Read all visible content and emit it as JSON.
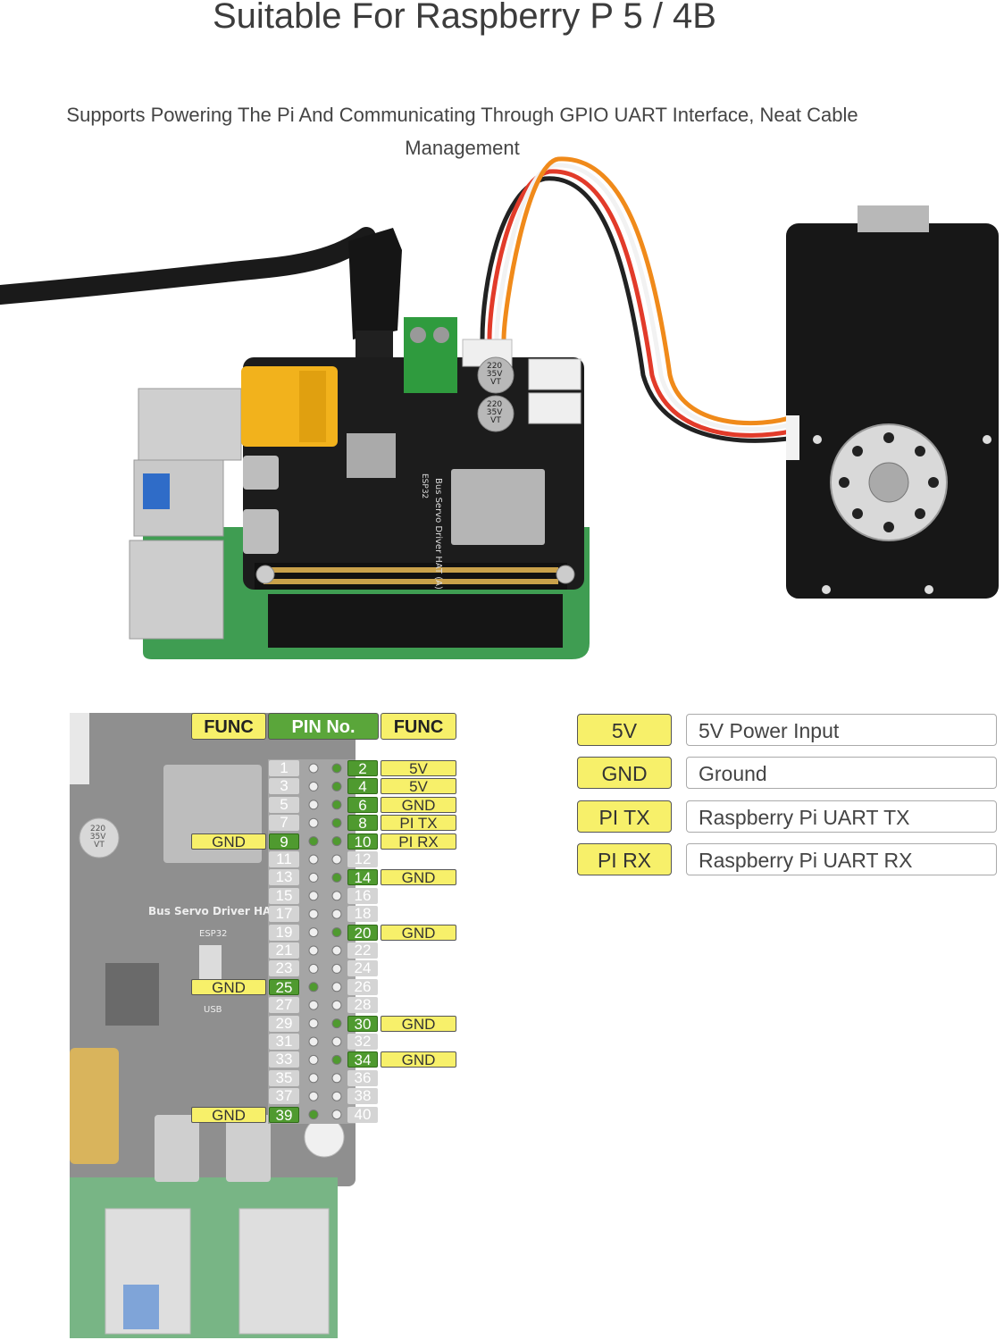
{
  "header": {
    "title": "Suitable For Raspberry P 5 / 4B",
    "subtitle": "Supports Powering The Pi And Communicating Through GPIO UART Interface, Neat Cable Management"
  },
  "photo": {
    "capacitor_label_1": "220\n35V\nVT",
    "capacitor_label_2": "220\n35V\nVT",
    "board_label": "Bus Servo Driver HAT (A)",
    "chip_label": "ESP32"
  },
  "pinout": {
    "header_func_left": "FUNC",
    "header_pin": "PIN No.",
    "header_func_right": "FUNC",
    "capacitor_label": "220\n35V\nVT",
    "board_label": "Bus Servo Driver HAT",
    "chip_label": "ESP32",
    "usb_label": "USB",
    "left_pins": [
      "1",
      "3",
      "5",
      "7",
      "9",
      "11",
      "13",
      "15",
      "17",
      "19",
      "21",
      "23",
      "25",
      "27",
      "29",
      "31",
      "33",
      "35",
      "37",
      "39"
    ],
    "right_pins": [
      "2",
      "4",
      "6",
      "8",
      "10",
      "12",
      "14",
      "16",
      "18",
      "20",
      "22",
      "24",
      "26",
      "28",
      "30",
      "32",
      "34",
      "36",
      "38",
      "40"
    ],
    "left_active": [
      false,
      false,
      false,
      false,
      true,
      false,
      false,
      false,
      false,
      false,
      false,
      false,
      true,
      false,
      false,
      false,
      false,
      false,
      false,
      true
    ],
    "right_active": [
      true,
      true,
      true,
      true,
      true,
      false,
      true,
      false,
      false,
      true,
      false,
      false,
      false,
      false,
      true,
      false,
      true,
      false,
      false,
      false
    ],
    "left_funcs": [
      "",
      "",
      "",
      "",
      "GND",
      "",
      "",
      "",
      "",
      "",
      "",
      "",
      "GND",
      "",
      "",
      "",
      "",
      "",
      "",
      "GND"
    ],
    "right_funcs": [
      "5V",
      "5V",
      "GND",
      "PI TX",
      "PI RX",
      "",
      "GND",
      "",
      "",
      "GND",
      "",
      "",
      "",
      "",
      "GND",
      "",
      "GND",
      "",
      "",
      ""
    ]
  },
  "legend": [
    {
      "key": "5V",
      "desc": "5V Power Input"
    },
    {
      "key": "GND",
      "desc": "Ground"
    },
    {
      "key": "PI TX",
      "desc": "Raspberry Pi UART TX"
    },
    {
      "key": "PI RX",
      "desc": "Raspberry Pi UART RX"
    }
  ],
  "colors": {
    "func_yellow": "#f7f06a",
    "pin_green": "#4f9a2f",
    "pin_grey": "#d4d4d4",
    "board_black": "#1c1c1c",
    "pcb_green": "#3f9d52"
  }
}
